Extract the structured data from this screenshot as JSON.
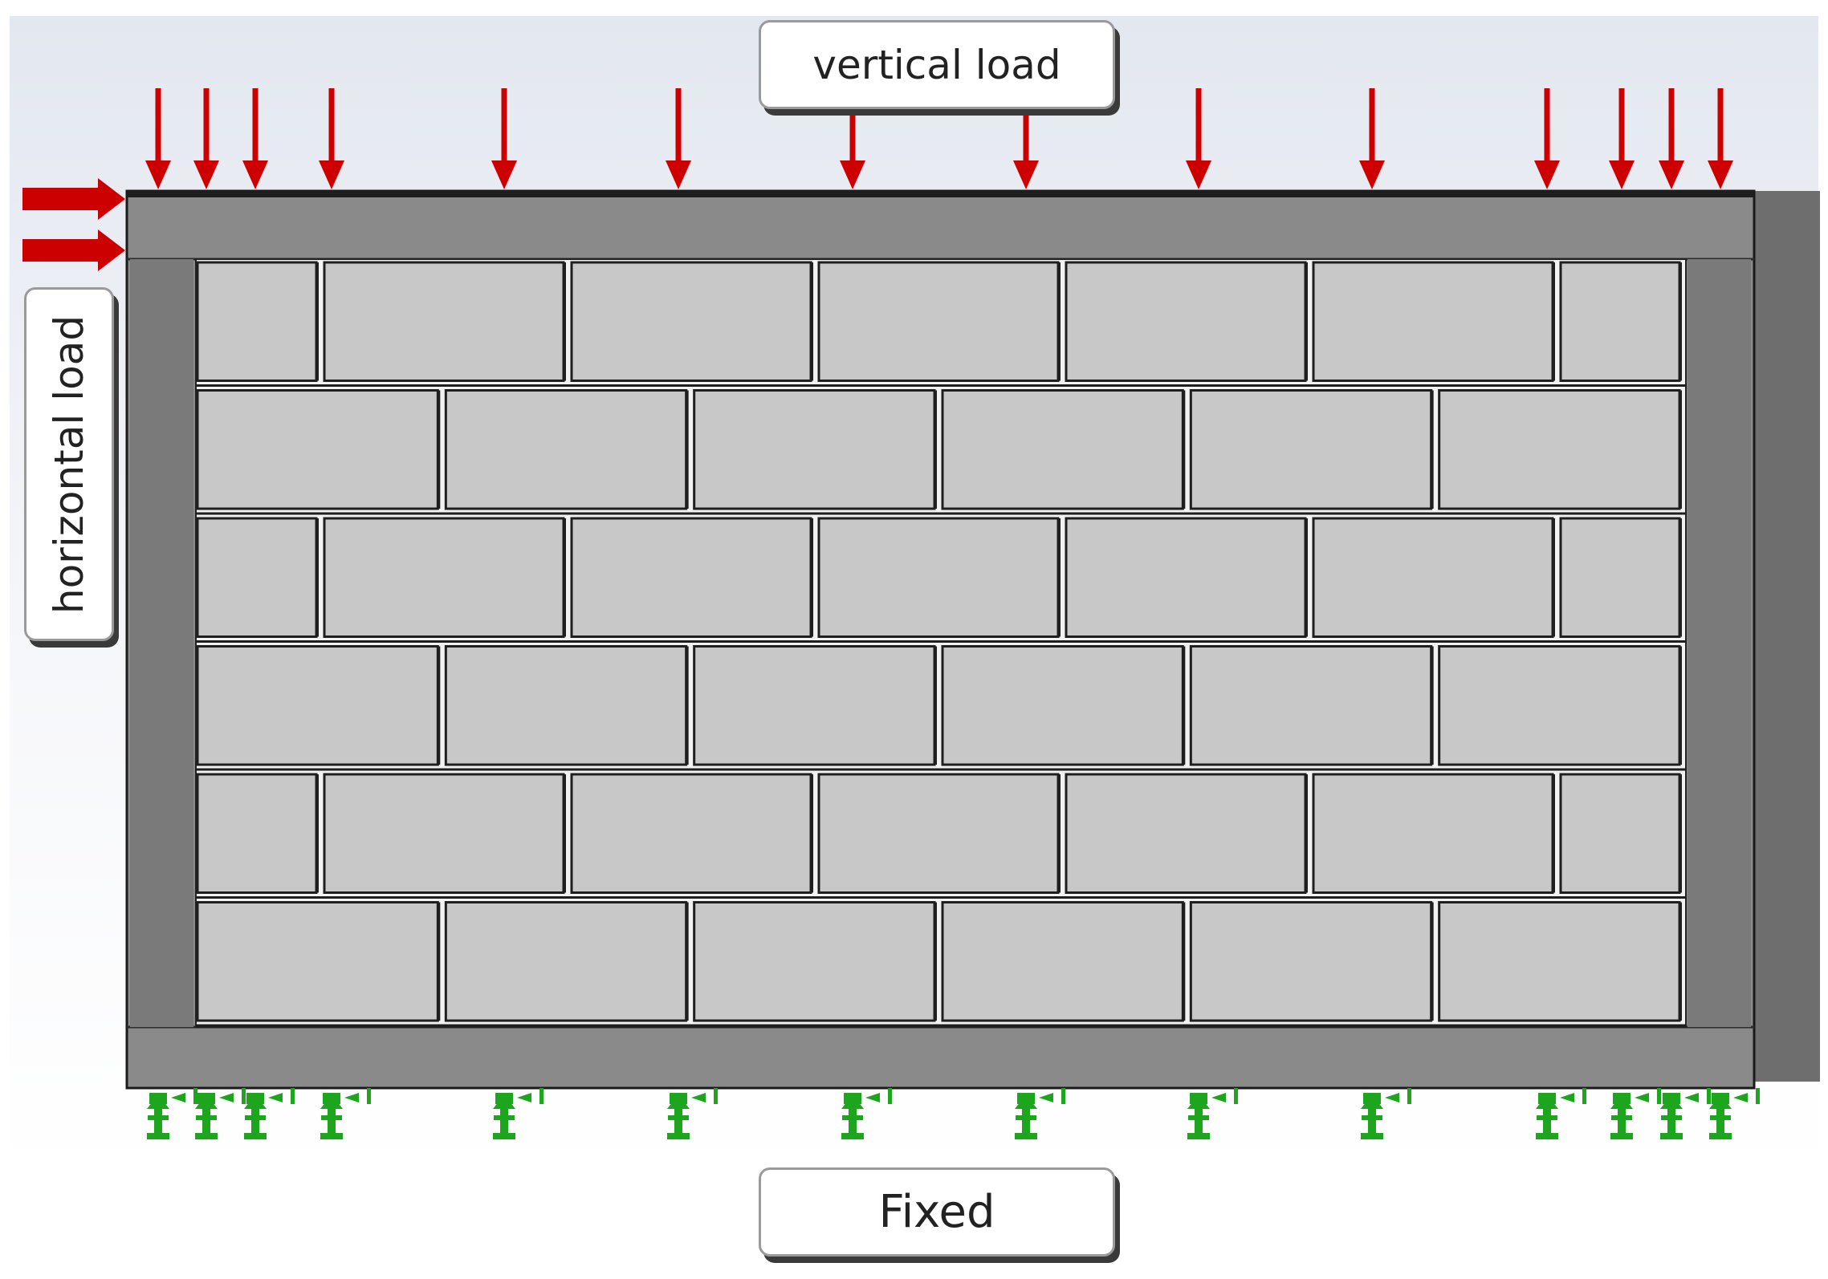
{
  "labels": {
    "vertical_load": "vertical load",
    "horizontal_load": "horizontal load",
    "fixed": "Fixed"
  },
  "colors": {
    "frame": "#8a8a8a",
    "frame_dark": "#6e6e6e",
    "brick": "#c8c8c8",
    "mortar": "#f2f2f2",
    "load_arrow": "#cc0000",
    "fixture": "#1ea51e",
    "background_top": "#e4e8f0"
  },
  "icons": {
    "vertical_load": "down-arrow-icon",
    "horizontal_load": "right-arrow-icon",
    "support": "fixed-support-icon"
  },
  "wall": {
    "courses": 6,
    "bricks_per_odd_course": 7,
    "bricks_per_even_course": 6
  },
  "vertical_load_arrow_count": 14,
  "horizontal_load_arrow_count": 2,
  "fixed_support_count": 14
}
